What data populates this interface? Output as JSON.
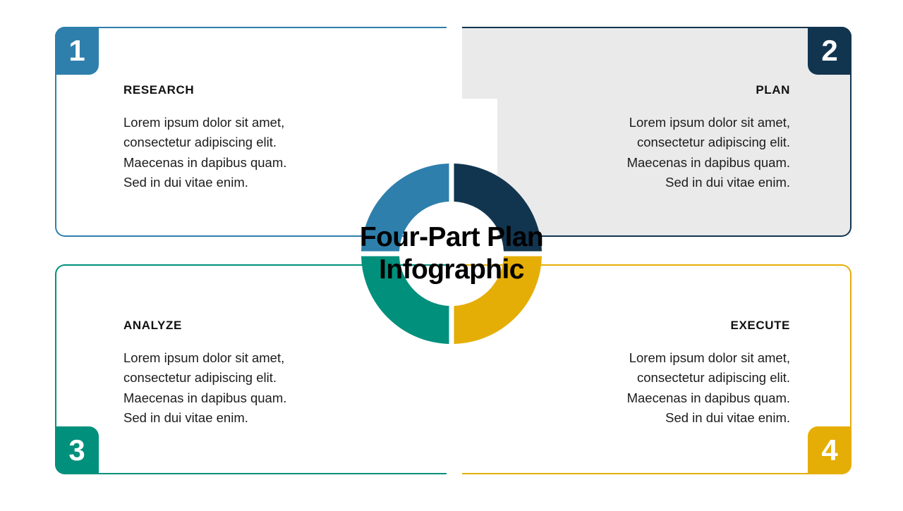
{
  "center": {
    "title_line1": "Four-Part Plan",
    "title_line2": "Infographic"
  },
  "colors": {
    "blue": "#2E7FAC",
    "navy": "#12354F",
    "teal": "#00907C",
    "gold": "#E5AE06",
    "card_highlight_fill": "#EAEAEA",
    "page_background": "#FFFFFF",
    "text": "#111111"
  },
  "cards": [
    {
      "number": "1",
      "title": "RESEARCH",
      "body": "Lorem ipsum dolor sit amet,\nconsectetur adipiscing elit.\nMaecenas in dapibus quam.\nSed in dui vitae enim.",
      "color": "#2E7FAC",
      "align": "left",
      "highlighted": false
    },
    {
      "number": "2",
      "title": "PLAN",
      "body": "Lorem ipsum dolor sit amet,\nconsectetur adipiscing elit.\nMaecenas in dapibus quam.\nSed in dui vitae enim.",
      "color": "#12354F",
      "align": "right",
      "highlighted": true
    },
    {
      "number": "3",
      "title": "ANALYZE",
      "body": "Lorem ipsum dolor sit amet,\nconsectetur adipiscing elit.\nMaecenas in dapibus quam.\nSed in dui vitae enim.",
      "color": "#00907C",
      "align": "left",
      "highlighted": false
    },
    {
      "number": "4",
      "title": "EXECUTE",
      "body": "Lorem ipsum dolor sit amet,\nconsectetur adipiscing elit.\nMaecenas in dapibus quam.\nSed in dui vitae enim.",
      "color": "#E5AE06",
      "align": "right",
      "highlighted": false
    }
  ],
  "chart_data": {
    "type": "pie",
    "title": "Four-Part Plan Infographic",
    "subtitle": "",
    "xlabel": "",
    "ylabel": "",
    "legend_position": "around-chart",
    "grid": false,
    "categories": [
      "RESEARCH",
      "PLAN",
      "ANALYZE",
      "EXECUTE"
    ],
    "values": [
      25,
      25,
      25,
      25
    ],
    "colors": [
      "#2E7FAC",
      "#12354F",
      "#E5AE06",
      "#00907C"
    ],
    "annotations": [
      "1",
      "2",
      "3",
      "4"
    ]
  }
}
